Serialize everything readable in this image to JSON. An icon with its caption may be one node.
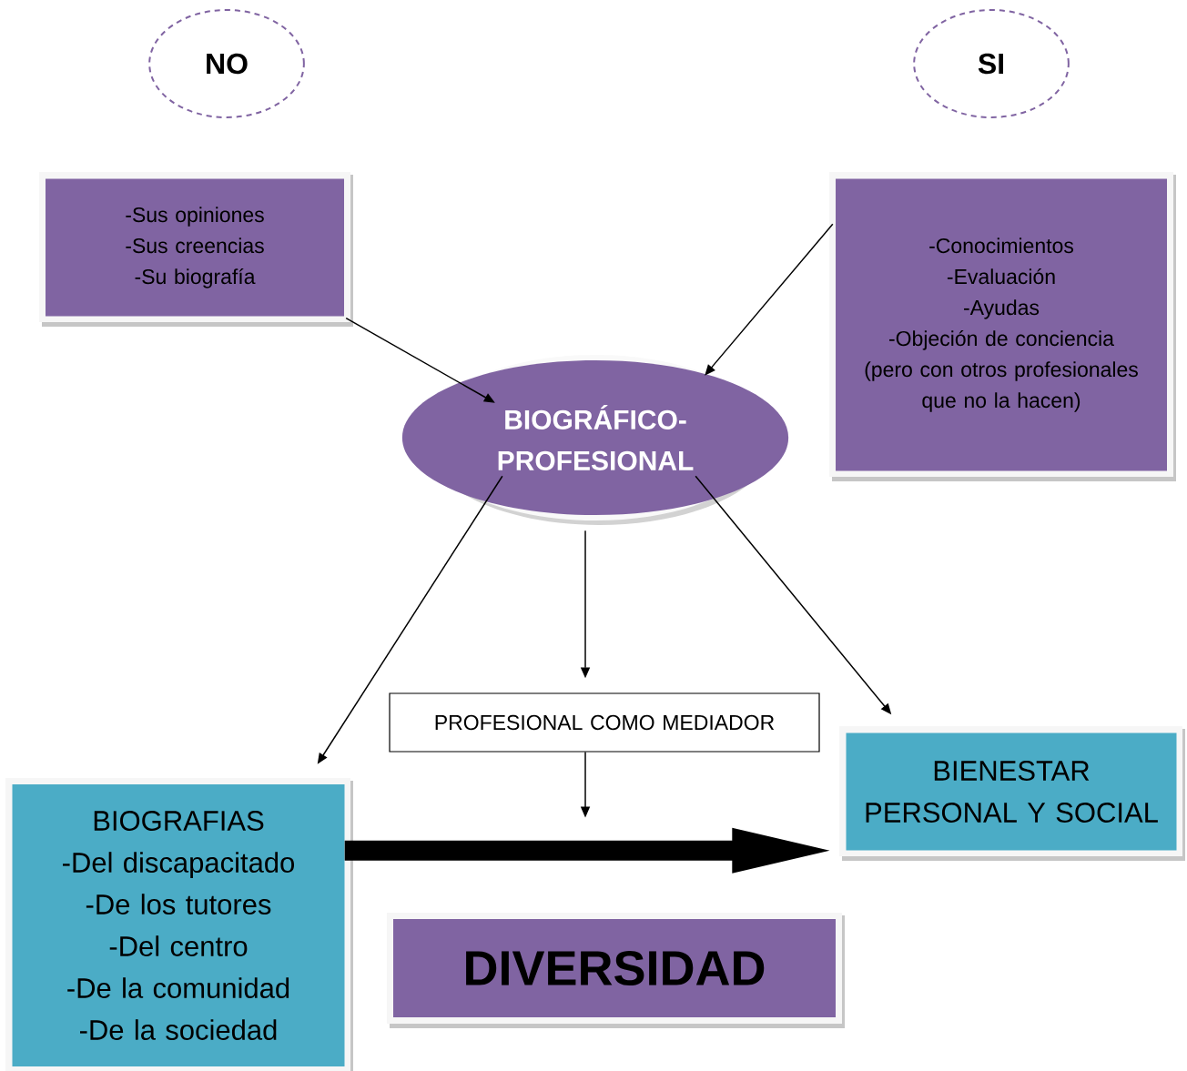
{
  "diagram": {
    "nodes": [
      {
        "text": [
          "NO"
        ]
      },
      {
        "text": [
          "SI"
        ]
      },
      {
        "text": [
          "-Sus opiniones",
          "-Sus creencias",
          "-Su biografía"
        ]
      },
      {
        "text": [
          "-Conocimientos",
          "-Evaluación",
          "-Ayudas",
          "-Objeción de conciencia (pero con otros profesionales que no la hacen)"
        ]
      },
      {
        "text": [
          "BIOGRÁFICO- PROFESIONAL"
        ]
      },
      {
        "text": [
          "PROFESIONAL COMO MEDIADOR"
        ]
      },
      {
        "text": [
          "BIOGRAFIAS",
          "-Del discapacitado",
          "-De los tutores",
          "-Del centro",
          "-De la comunidad",
          "-De la sociedad"
        ]
      },
      {
        "text": [
          "BIENESTAR PERSONAL Y SOCIAL"
        ]
      },
      {
        "text": [
          "DIVERSIDAD"
        ]
      }
    ],
    "edges": [
      {
        "from": 2,
        "to": 4,
        "arrow": "to"
      },
      {
        "from": 3,
        "to": 4,
        "arrow": "to"
      },
      {
        "from": 4,
        "to": 6,
        "arrow": "to"
      },
      {
        "from": 4,
        "to": 5,
        "arrow": "to"
      },
      {
        "from": 4,
        "to": 7,
        "arrow": "to"
      },
      {
        "from": 5,
        "to": null,
        "arrow": "to"
      },
      {
        "from": 6,
        "to": 7,
        "arrow": "to",
        "style": "thick"
      }
    ]
  }
}
